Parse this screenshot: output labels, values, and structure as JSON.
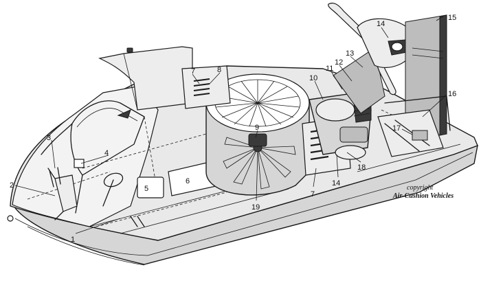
{
  "callouts": [
    {
      "id": "c1",
      "text": "1"
    },
    {
      "id": "c2",
      "text": "2"
    },
    {
      "id": "c3",
      "text": "3"
    },
    {
      "id": "c4",
      "text": "4"
    },
    {
      "id": "c5",
      "text": "5"
    },
    {
      "id": "c6",
      "text": "6"
    },
    {
      "id": "c7a",
      "text": "7"
    },
    {
      "id": "c7b",
      "text": "7"
    },
    {
      "id": "c8",
      "text": "8"
    },
    {
      "id": "c9",
      "text": "9"
    },
    {
      "id": "c10",
      "text": "10"
    },
    {
      "id": "c11",
      "text": "11"
    },
    {
      "id": "c12",
      "text": "12"
    },
    {
      "id": "c13",
      "text": "13"
    },
    {
      "id": "c14a",
      "text": "14"
    },
    {
      "id": "c14b",
      "text": "14"
    },
    {
      "id": "c15",
      "text": "15"
    },
    {
      "id": "c16",
      "text": "16"
    },
    {
      "id": "c17",
      "text": "17"
    },
    {
      "id": "c18",
      "text": "18"
    },
    {
      "id": "c19",
      "text": "19"
    }
  ],
  "credit": {
    "line1": "copyright",
    "line2": "Air-Cushion Vehicles"
  }
}
